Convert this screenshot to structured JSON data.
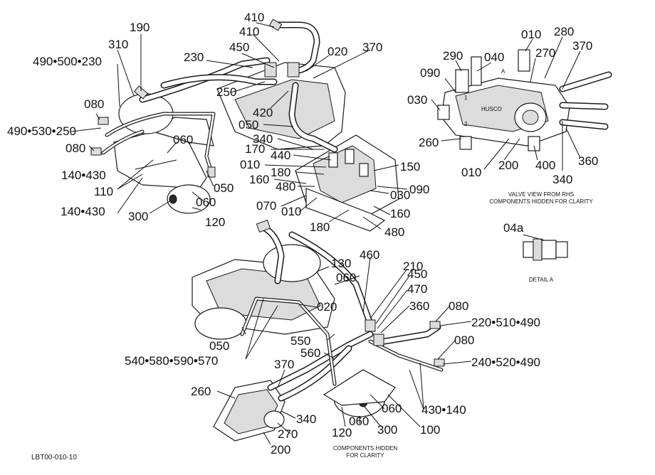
{
  "drawing_code": "LBT00-010-10",
  "detail_a": {
    "label": "04a",
    "caption": "DETAIL  A"
  },
  "valve_view": {
    "caption_line1": "VALVE VIEW FROM RHS",
    "caption_line2": "COMPONENTS HIDDEN FOR CLARITY",
    "brand_text": "HUSCO",
    "marker_a": "A",
    "port_1": "1",
    "port_2": "2",
    "callouts": [
      "010",
      "280",
      "290",
      "040",
      "270",
      "370",
      "090",
      "030",
      "260",
      "010",
      "200",
      "400",
      "340",
      "360"
    ]
  },
  "lower_assembly": {
    "caption_line1": "COMPONENTS HIDDEN",
    "caption_line2": "FOR CLARITY"
  },
  "upper_callouts": [
    "410",
    "410",
    "190",
    "310",
    "450",
    "230",
    "020",
    "370",
    "490•500•230",
    "250",
    "080",
    "420",
    "490•530•250",
    "050",
    "340",
    "080",
    "060",
    "170",
    "440",
    "150",
    "010",
    "180",
    "140•430",
    "160",
    "480",
    "090",
    "030",
    "110",
    "050",
    "070",
    "010",
    "060",
    "140•430",
    "160",
    "300",
    "120",
    "180",
    "480"
  ],
  "lower_callouts": [
    "130",
    "460",
    "210",
    "450",
    "060",
    "470",
    "360",
    "080",
    "020",
    "220•510•490",
    "080",
    "050",
    "550",
    "560",
    "240•520•490",
    "540•580•590•570",
    "370",
    "260",
    "340",
    "060",
    "430•140",
    "270",
    "300",
    "100",
    "120",
    "060",
    "200"
  ]
}
